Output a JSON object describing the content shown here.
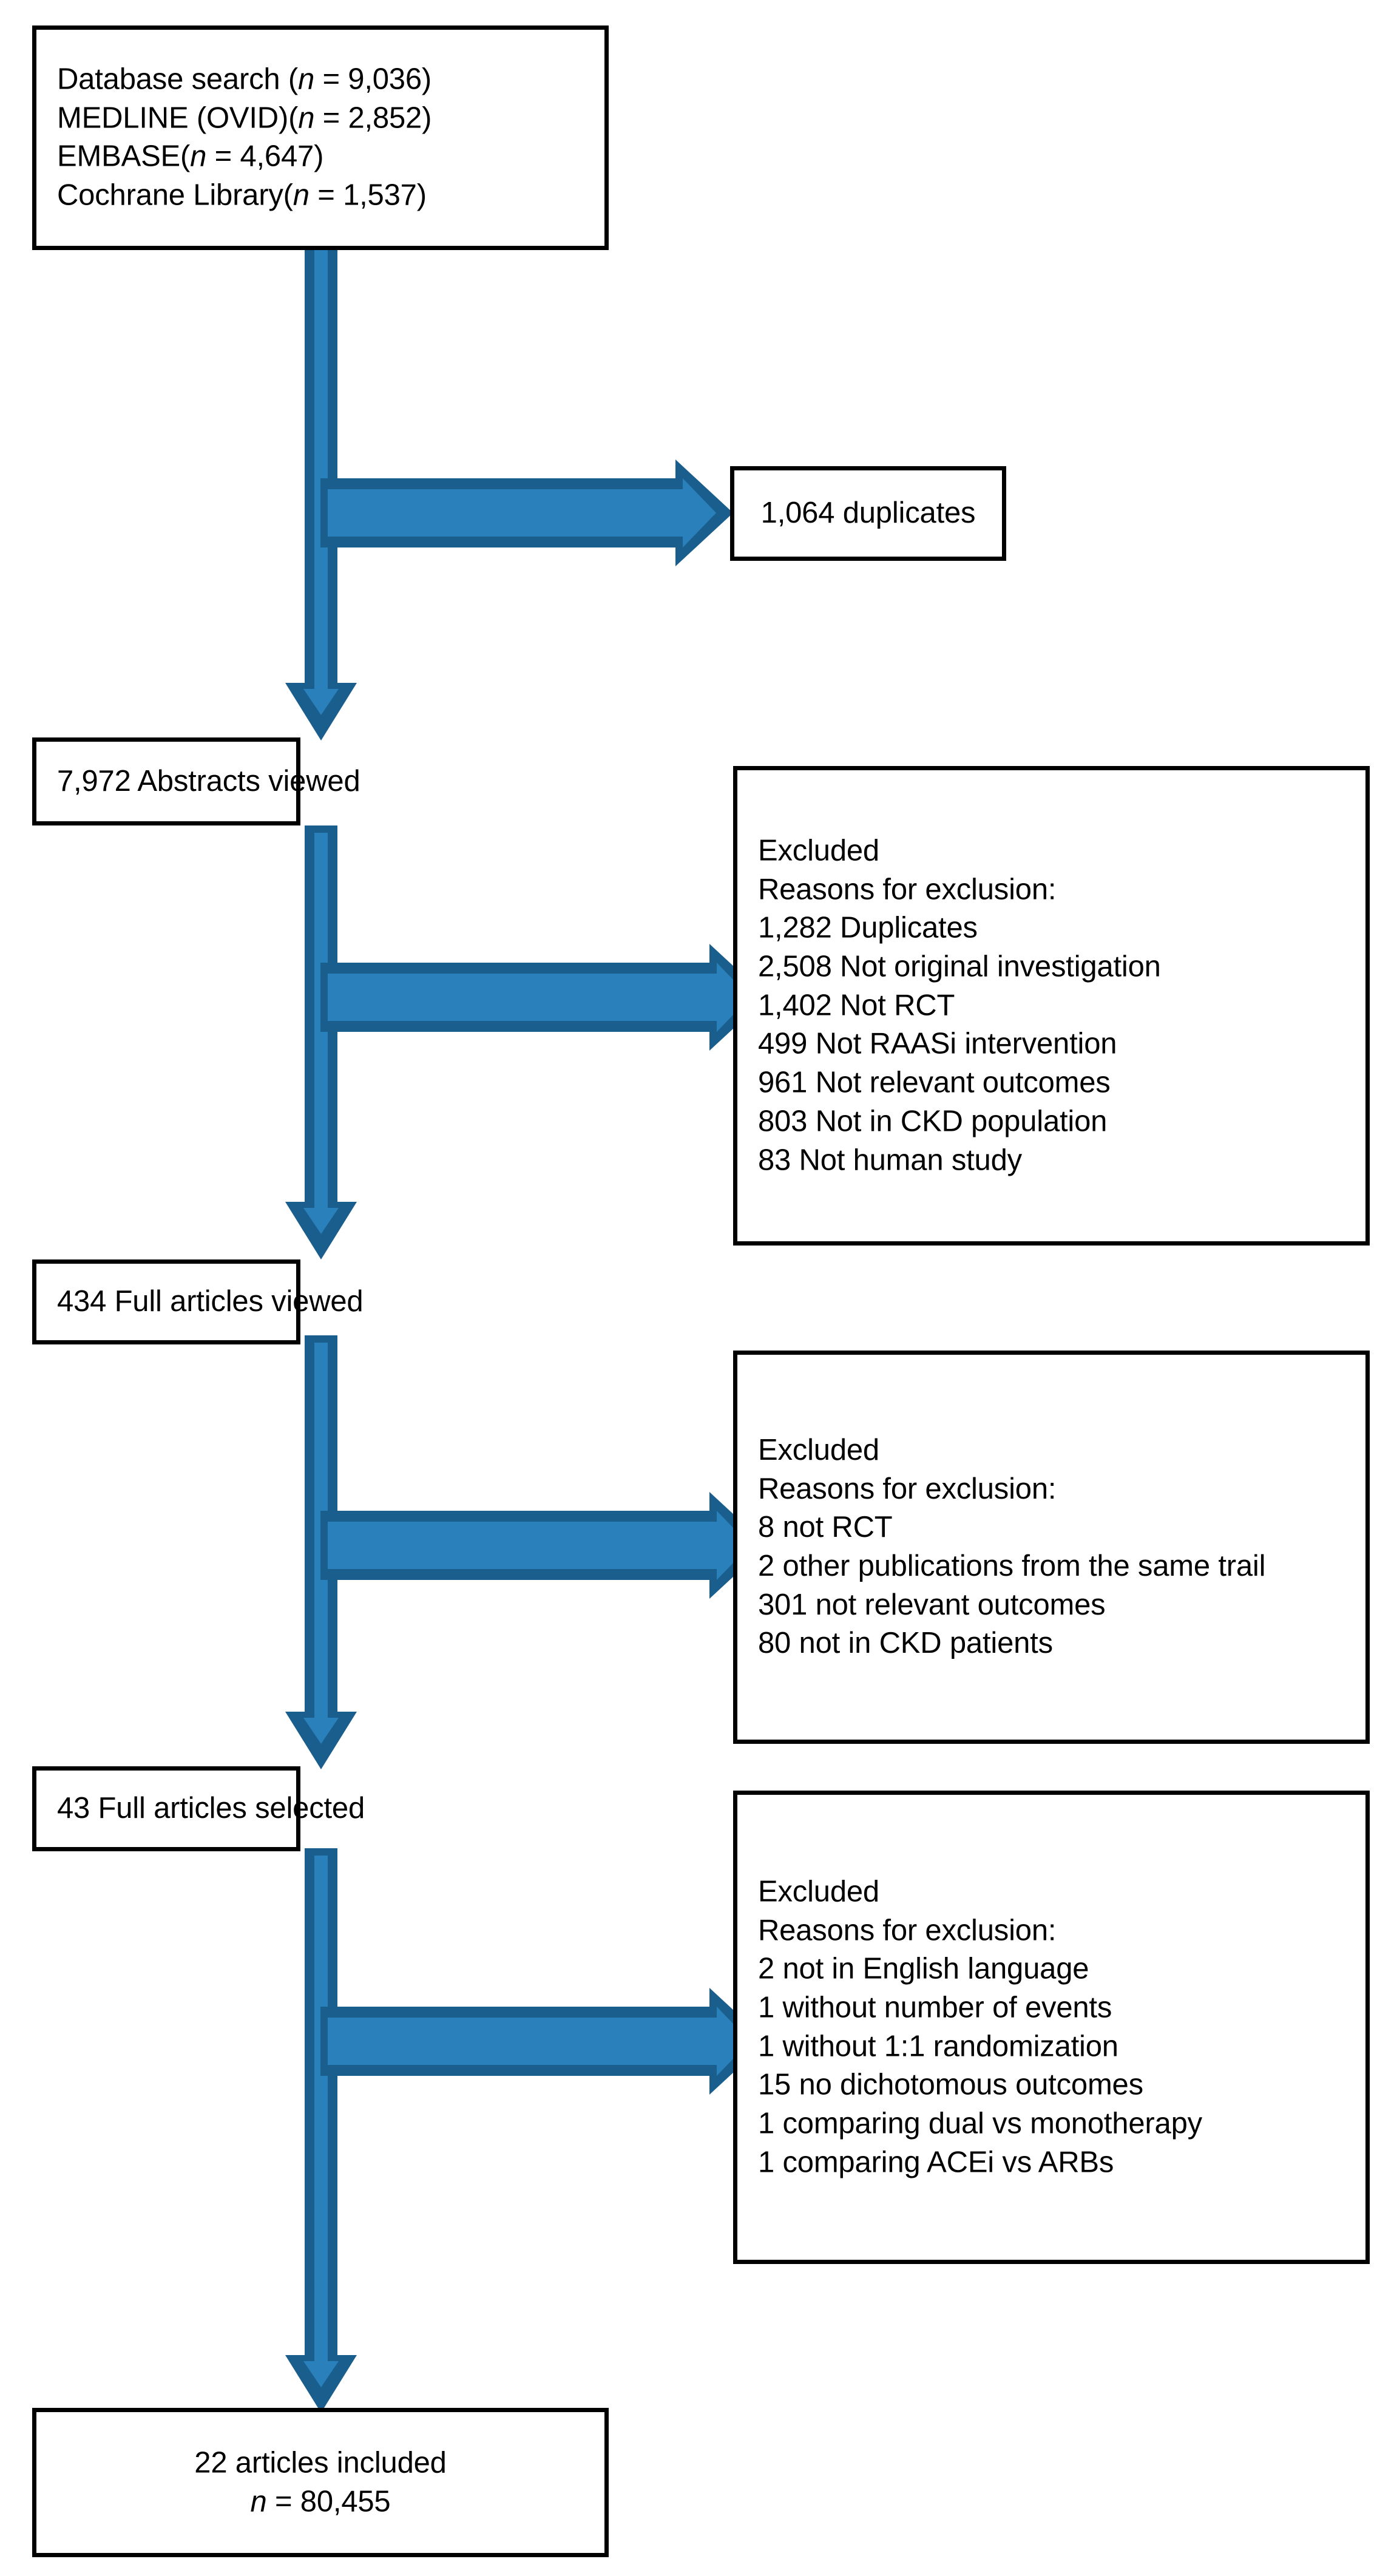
{
  "diagram": {
    "type": "prisma-flow-diagram",
    "title": "Study selection flow diagram",
    "colors": {
      "arrow_outline": "#1A5E8E",
      "arrow_fill": "#2980BA",
      "box_border": "#000000",
      "box_background": "#FFFFFF",
      "text": "#000000"
    },
    "nodes": [
      {
        "id": "identification",
        "lines": [
          "Database search (n = 9,036)",
          "MEDLINE (OVID)(n = 2,852)",
          "EMBASE(n = 4,647)",
          "Cochrane Library(n = 1,537)"
        ]
      },
      {
        "id": "duplicates",
        "lines": [
          "1,064 duplicates"
        ]
      },
      {
        "id": "abstracts-viewed",
        "lines": [
          "7,972 Abstracts viewed"
        ]
      },
      {
        "id": "excluded-abstracts",
        "lines": [
          "Excluded",
          "Reasons for exclusion:",
          "1,282 Duplicates",
          "2,508 Not original investigation",
          "1,402 Not RCT",
          "499 Not RAASi intervention",
          "961 Not relevant outcomes",
          "803 Not in CKD population",
          "83 Not human study"
        ]
      },
      {
        "id": "full-articles-viewed",
        "lines": [
          "434 Full articles viewed"
        ]
      },
      {
        "id": "excluded-full-articles",
        "lines": [
          "Excluded",
          "Reasons for exclusion:",
          "8 not RCT",
          "2 other publications from the same trail",
          "301 not relevant outcomes",
          "80 not in CKD patients"
        ]
      },
      {
        "id": "full-articles-selected",
        "lines": [
          "43 Full articles selected"
        ]
      },
      {
        "id": "excluded-selected",
        "lines": [
          "Excluded",
          "Reasons for exclusion:",
          "2 not in English language",
          "1 without number of events",
          "1 without 1:1 randomization",
          "15 no dichotomous outcomes",
          "1 comparing dual vs monotherapy",
          "1 comparing ACEi vs ARBs"
        ]
      },
      {
        "id": "included",
        "lines": [
          "22 articles included",
          "n = 80,455"
        ]
      }
    ]
  },
  "identification": {
    "line1_a": "Database search (",
    "line1_n": "n",
    "line1_b": " = 9,036)",
    "line2_a": "MEDLINE (OVID)(",
    "line2_n": "n",
    "line2_b": " = 2,852)",
    "line3_a": "EMBASE(",
    "line3_n": "n",
    "line3_b": " = 4,647)",
    "line4_a": "Cochrane Library(",
    "line4_n": "n",
    "line4_b": " = 1,537)"
  },
  "duplicates": {
    "label": "1,064 duplicates"
  },
  "abstracts_viewed": {
    "label": "7,972 Abstracts viewed"
  },
  "excluded_abstracts": {
    "heading": "Excluded",
    "subheading": "Reasons for exclusion:",
    "reasons": [
      "1,282 Duplicates",
      "2,508 Not original investigation",
      "1,402 Not RCT",
      "499 Not RAASi intervention",
      "961 Not relevant outcomes",
      "803 Not in CKD population",
      "83 Not human study"
    ]
  },
  "full_articles_viewed": {
    "label": "434 Full articles viewed"
  },
  "excluded_full_articles": {
    "heading": "Excluded",
    "subheading": "Reasons for exclusion:",
    "reason1": "8 not RCT",
    "reason2": "2 other publications from the same trail",
    "reason3": "301 not relevant outcomes",
    "reason4": "80 not in CKD patients"
  },
  "full_articles_selected": {
    "label": "43 Full articles selected"
  },
  "excluded_selected": {
    "heading": "Excluded",
    "subheading": "Reasons for exclusion:",
    "reason1": "2 not in English language",
    "reason2": "1 without number of events",
    "reason3": "1 without 1:1 randomization",
    "reason4": "15 no dichotomous outcomes",
    "reason5": "1 comparing dual vs monotherapy",
    "reason6": "1 comparing ACEi vs ARBs"
  },
  "included": {
    "line1": "22 articles included",
    "line2_n": "n",
    "line2_b": " = 80,455"
  }
}
